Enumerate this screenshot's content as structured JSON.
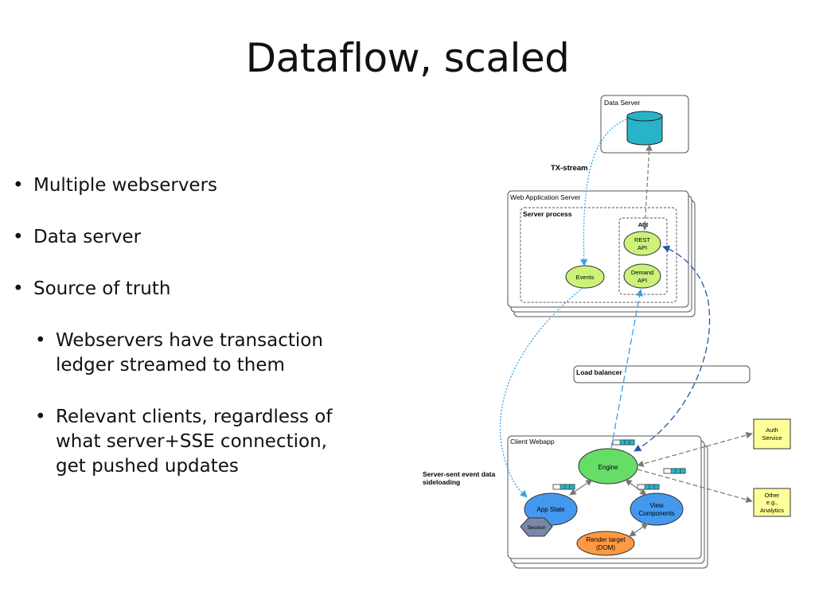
{
  "slide": {
    "title": "Dataflow, scaled",
    "bullets": [
      "Multiple webservers",
      "Data server",
      "Source of truth"
    ],
    "sub_bullets": [
      [
        "Webservers have transaction",
        "ledger streamed to them"
      ],
      [
        "Relevant clients, regardless of",
        "what server+SSE connection,",
        "get pushed updates"
      ]
    ]
  },
  "diagram": {
    "data_server": "Data Server",
    "tx_stream": "TX-stream",
    "web_app_server": "Web Application Server",
    "server_process": "Server process",
    "api_group": "API",
    "rest_api": [
      "REST",
      "API"
    ],
    "demand_api": [
      "Demand",
      "API"
    ],
    "events": "Events",
    "load_balancer": "Load balancer",
    "client_webapp": "Client Webapp",
    "engine": "Engine",
    "app_state": "App State",
    "session": "Session",
    "view_components": [
      "View",
      "Components"
    ],
    "render_target": [
      "Render target",
      "(DOM)"
    ],
    "sse_label": [
      "Server-sent event data",
      "sideloading"
    ],
    "auth_service": [
      "Auth",
      "Service"
    ],
    "other_service": [
      "Other",
      "e.g.,",
      "Analytics"
    ],
    "colors": {
      "db": "#29b3c9",
      "api_node": "#ccf27a",
      "engine": "#66dd66",
      "client_node": "#4499ee",
      "render": "#ff9944",
      "session": "#7a87aa",
      "service": "#ffff99",
      "sse_arrow": "#33a3e8",
      "lb_arrow": "#1f5aa6"
    }
  }
}
